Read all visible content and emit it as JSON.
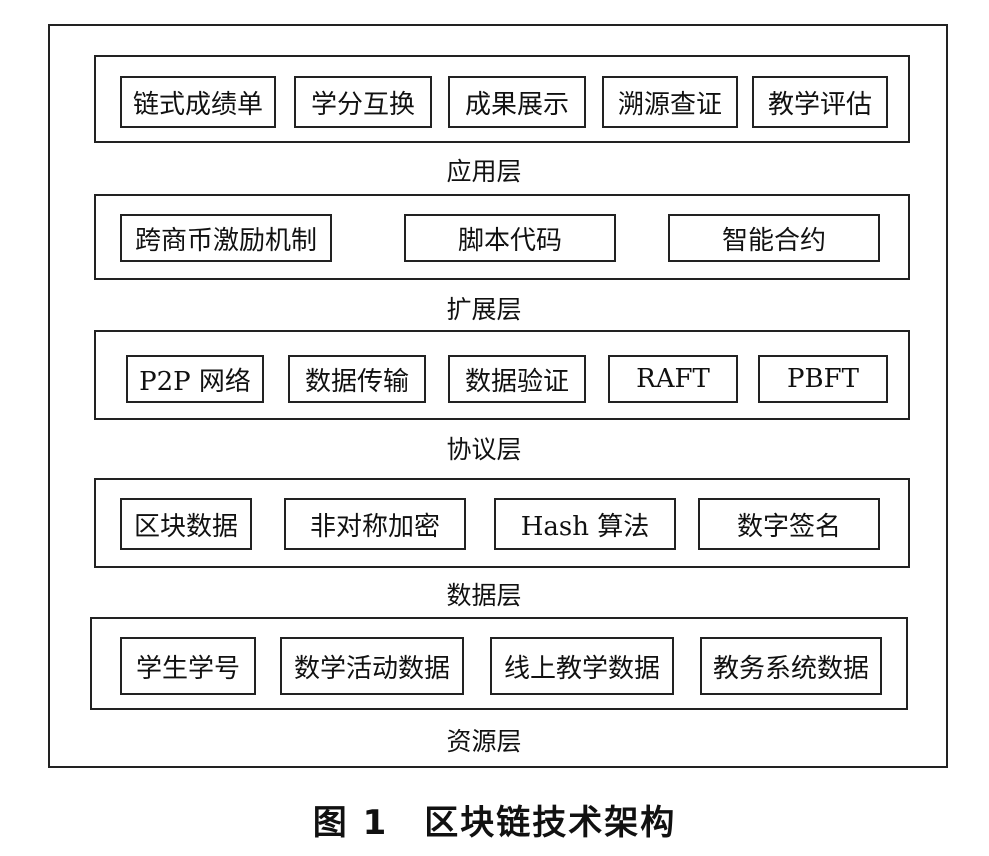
{
  "layers": [
    {
      "name": "应用层",
      "items": [
        "链式成绩单",
        "学分互换",
        "成果展示",
        "溯源查证",
        "教学评估"
      ]
    },
    {
      "name": "扩展层",
      "items": [
        "跨商币激励机制",
        "脚本代码",
        "智能合约"
      ]
    },
    {
      "name": "协议层",
      "items": [
        "P2P 网络",
        "数据传输",
        "数据验证",
        "RAFT",
        "PBFT"
      ]
    },
    {
      "name": "数据层",
      "items": [
        "区块数据",
        "非对称加密",
        "Hash 算法",
        "数字签名"
      ]
    },
    {
      "name": "资源层",
      "items": [
        "学生学号",
        "数学活动数据",
        "线上教学数据",
        "教务系统数据"
      ]
    }
  ],
  "caption": "图 1　区块链技术架构"
}
